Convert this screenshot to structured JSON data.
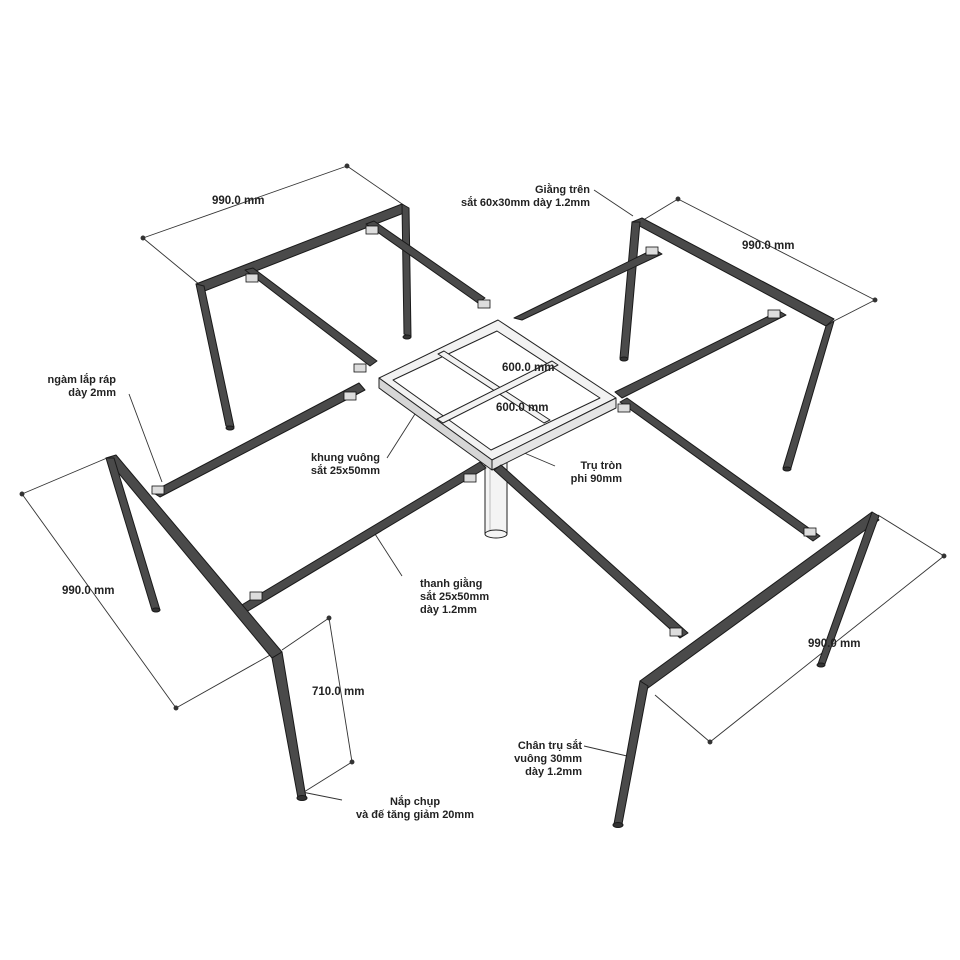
{
  "dimensions": {
    "top_left_width": "990.0 mm",
    "top_right_width": "990.0 mm",
    "left_depth": "990.0 mm",
    "right_depth": "990.0 mm",
    "leg_height": "710.0 mm",
    "center_frame_a": "600.0 mm",
    "center_frame_b": "600.0 mm"
  },
  "callouts": {
    "top_rail": [
      "Giằng trên",
      "sắt 60x30mm dày 1.2mm"
    ],
    "bracket": [
      "ngàm lắp ráp",
      "dày 2mm"
    ],
    "square_frame": [
      "khung vuông",
      "sắt 25x50mm"
    ],
    "round_post": [
      "Trụ tròn",
      "phi 90mm"
    ],
    "cross_bar": [
      "thanh giằng",
      "sắt 25x50mm",
      "dày 1.2mm"
    ],
    "leg": [
      "Chân trụ sắt",
      "vuông 30mm",
      "dày 1.2mm"
    ],
    "foot_cap": [
      "Nắp chụp",
      "và đế tăng giảm 20mm"
    ]
  },
  "colors": {
    "frame": "#4a4a4a",
    "frame_stroke": "#1a1a1a",
    "center_frame": "#f2f2f2",
    "post": "#f4f4f4"
  }
}
